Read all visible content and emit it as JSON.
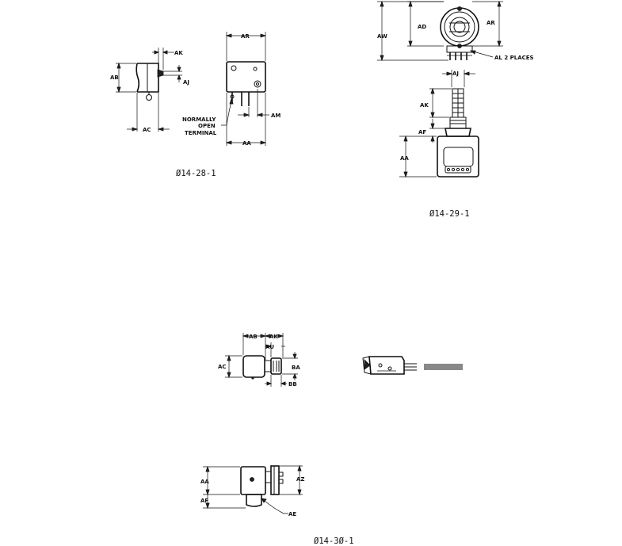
{
  "figures": [
    {
      "caption": "Ø14-28-1",
      "labels": {
        "ab": "AB",
        "ac": "AC",
        "ak": "AK",
        "aj": "AJ",
        "ar": "AR",
        "am": "AM",
        "aa": "AA",
        "note": [
          "NORMALLY",
          "OPEN",
          "TERMINAL"
        ]
      }
    },
    {
      "caption": "Ø14-29-1",
      "labels": {
        "aw": "AW",
        "ad": "AD",
        "ar": "AR",
        "al": "AL 2 PLACES",
        "aj": "AJ",
        "ak": "AK",
        "af": "AF",
        "aa": "AA"
      }
    },
    {
      "caption": "Ø14-3Ø-1",
      "labels": {
        "ab": "AB",
        "ak": "AK",
        "au": "AU",
        "ac": "AC",
        "ba": "BA",
        "bb": "BB",
        "aa": "AA",
        "af": "AF",
        "az": "AZ",
        "ae": "AE"
      }
    }
  ]
}
